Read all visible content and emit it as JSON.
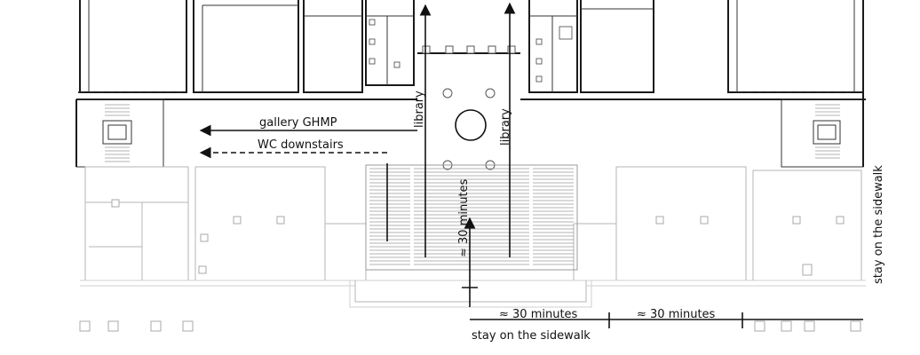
{
  "labels": {
    "gallery": "gallery GHMP",
    "wc": "WC downstairs",
    "library_left": "library",
    "library_right": "library",
    "minutes_vertical": "≈ 30 minutes",
    "minutes_bottom_1": "≈ 30 minutes",
    "minutes_bottom_2": "≈ 30 minutes",
    "sidewalk_bottom": "stay on the sidewalk",
    "sidewalk_right": "stay on the sidewalk"
  }
}
